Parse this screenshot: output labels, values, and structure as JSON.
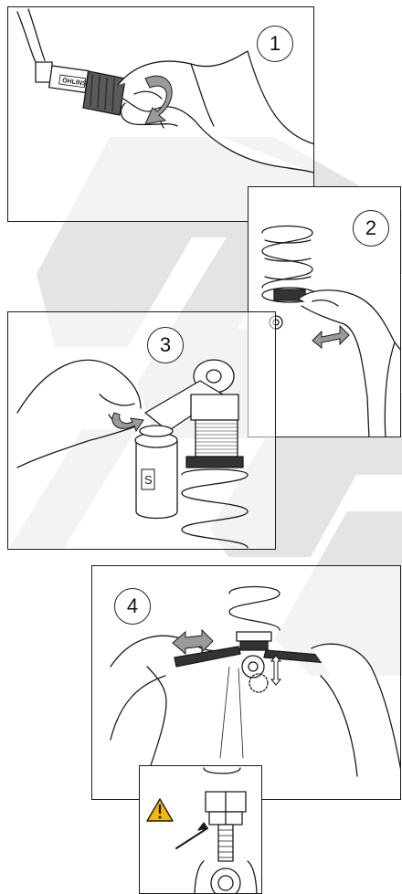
{
  "steps": [
    {
      "number": "1"
    },
    {
      "number": "2"
    },
    {
      "number": "3"
    },
    {
      "number": "4"
    }
  ],
  "colors": {
    "line": "#1a1a1a",
    "watermark": "#d9d9d9",
    "arrow_fill": "#9a9a9a",
    "warning": "#f5b800"
  },
  "icons": [
    "warning-icon",
    "adjustment-arrow-icon"
  ],
  "logos": [
    "OHLINS",
    "S"
  ]
}
